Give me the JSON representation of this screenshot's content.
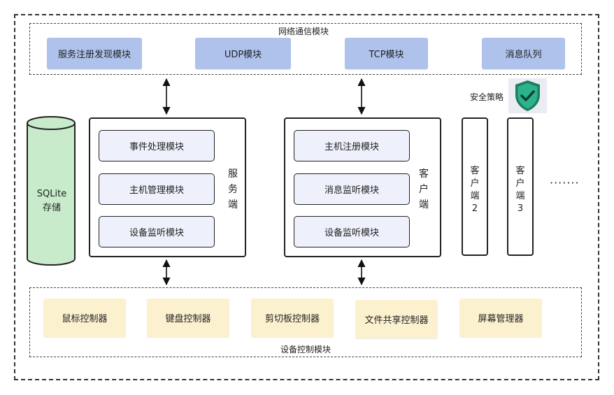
{
  "network_group": {
    "title": "网络通信模块",
    "modules": [
      "服务注册发现模块",
      "UDP模块",
      "TCP模块",
      "消息队列"
    ]
  },
  "security": {
    "label": "安全策略"
  },
  "storage": {
    "line1": "SQLite",
    "line2": "存储"
  },
  "server": {
    "label_chars": [
      "服",
      "务",
      "端"
    ],
    "modules": [
      "事件处理模块",
      "主机管理模块",
      "设备监听模块"
    ]
  },
  "client": {
    "label_chars": [
      "客",
      "户",
      "端"
    ],
    "modules": [
      "主机注册模块",
      "消息监听模块",
      "设备监听模块"
    ]
  },
  "client2": {
    "chars": [
      "客",
      "户",
      "端",
      "2"
    ]
  },
  "client3": {
    "chars": [
      "客",
      "户",
      "端",
      "3"
    ]
  },
  "more": "·······",
  "device_group": {
    "title": "设备控制模块",
    "controllers": [
      "鼠标控制器",
      "键盘控制器",
      "剪切板控制器",
      "文件共享控制器",
      "屏幕管理器"
    ]
  },
  "colors": {
    "network_box": "#aec2ec",
    "device_box": "#fcf1cf",
    "module_box": "#eef0fb",
    "storage": "#c8eccb",
    "shield": "#2db38a"
  }
}
